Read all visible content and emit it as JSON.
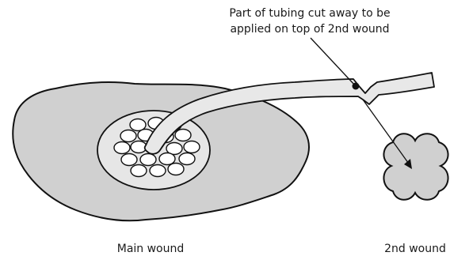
{
  "annotation": {
    "line1": "Part of tubing cut away to be",
    "line2": "applied on top of 2nd wound"
  },
  "labels": {
    "main_wound": "Main wound",
    "second_wound": "2nd wound"
  },
  "colors": {
    "wound_fill": "#d0d0d0",
    "dressing_fill": "#e6e6e6",
    "tube_fill": "#e8e8e8",
    "stroke": "#111111"
  }
}
